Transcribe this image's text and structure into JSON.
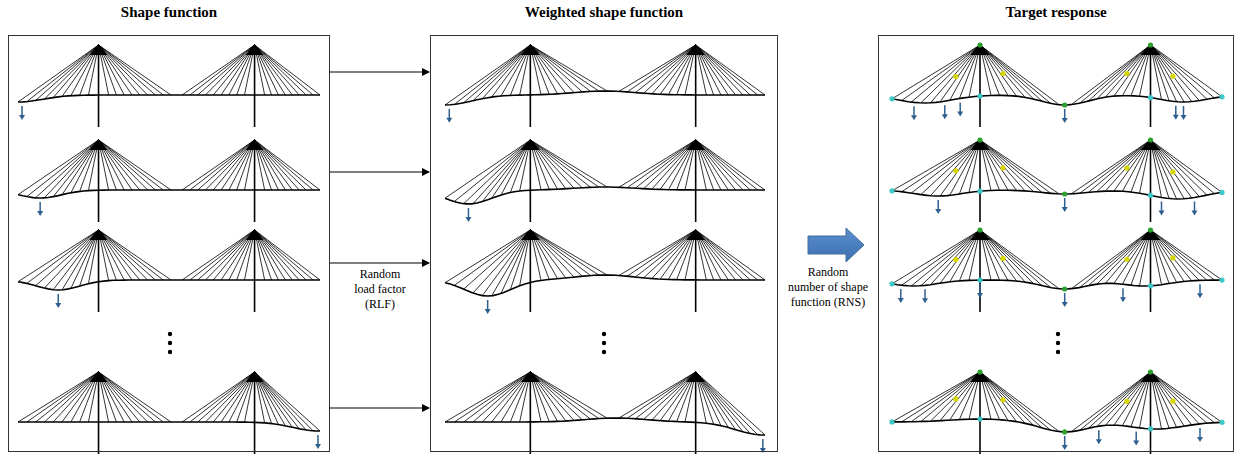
{
  "diagram": {
    "nodes": [
      {
        "text": [
          "Shape function"
        ]
      },
      {
        "text": [
          "Weighted shape function"
        ]
      },
      {
        "text": [
          "Target response"
        ]
      }
    ],
    "edges": [
      {
        "from": 0,
        "to": 1,
        "arrow": "to"
      },
      {
        "from": 0,
        "to": 1,
        "arrow": "to"
      },
      {
        "from": 0,
        "to": 1,
        "arrow": "to",
        "label": "Random load factor (RLF)"
      },
      {
        "from": 0,
        "to": 1,
        "arrow": "to"
      },
      {
        "from": 1,
        "to": 2,
        "arrow": "to",
        "label": "Random number of shape function (RNS)"
      }
    ]
  }
}
